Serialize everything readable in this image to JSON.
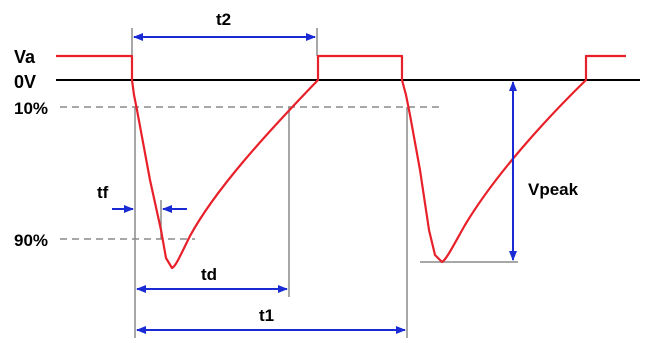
{
  "labels": {
    "va": "Va",
    "zero": "0V",
    "ten": "10%",
    "ninety": "90%",
    "t2": "t2",
    "tf": "tf",
    "td": "td",
    "t1": "t1",
    "vpeak": "Vpeak"
  },
  "colors": {
    "signal": "#e8202a",
    "baseline": "#000000",
    "arrow": "#1a2bd6",
    "dashed_guide": "#8a8a8a",
    "guide": "#8a8a8a",
    "text": "#000000",
    "background": "#ffffff"
  }
}
